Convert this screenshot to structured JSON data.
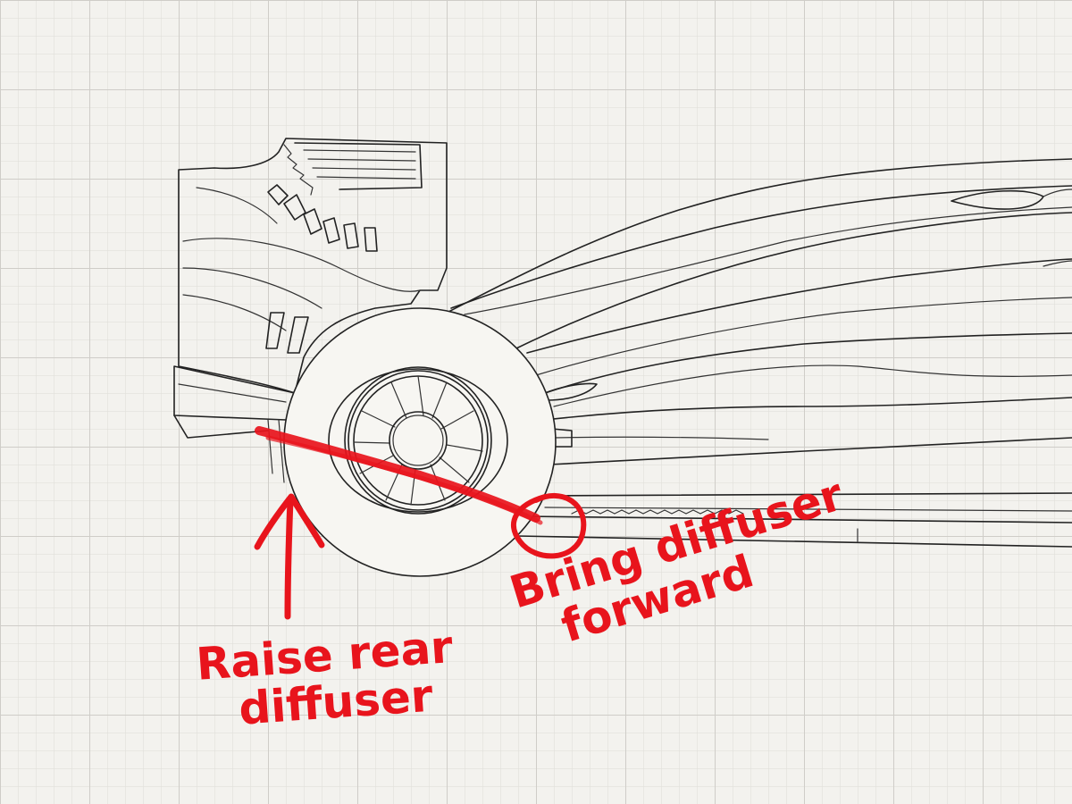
{
  "annotations": {
    "raise_rear_diffuser": {
      "line1": "Raise rear",
      "line2": "diffuser"
    },
    "bring_diffuser_forward": {
      "line1": "Bring diffuser",
      "line2": "forward"
    }
  },
  "colors": {
    "ink_red": "#e8141c",
    "pencil": "#222222",
    "paper": "#f3f2ee",
    "grid": "#d9d9d6"
  }
}
